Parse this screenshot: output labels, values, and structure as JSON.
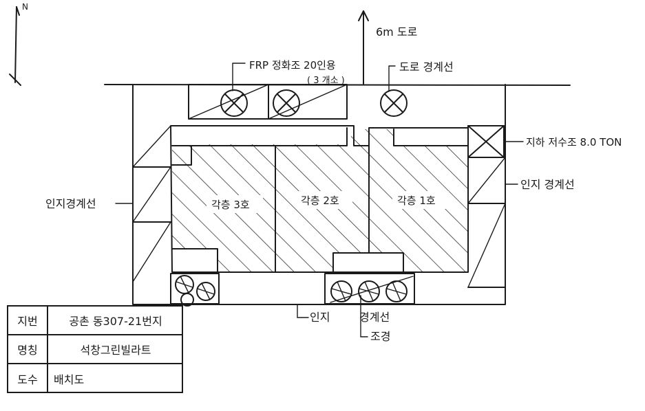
{
  "north": {
    "label": "N"
  },
  "road": {
    "label": "6m 도로"
  },
  "labels": {
    "frp_tank": "FRP 정화조 20인용",
    "frp_tank_count": "( 3 개소 )",
    "road_boundary": "도로 경계선",
    "underground_tank": "지하 저수조 8.0 TON",
    "adjacent_boundary_right": "인지 경계선",
    "adjacent_boundary_left": "인지경계선",
    "adjacent_boundary_bottom_prefix": "인지",
    "adjacent_boundary_bottom_suffix": "경계선",
    "landscaping": "조경"
  },
  "units": [
    "각층 3호",
    "각층 2호",
    "각층 1호"
  ],
  "title_block": {
    "rows": [
      {
        "key": "지번",
        "value": "공촌 동307-21번지"
      },
      {
        "key": "명칭",
        "value": "석창그린빌라트"
      },
      {
        "key": "도수",
        "value": "배치도"
      }
    ]
  }
}
